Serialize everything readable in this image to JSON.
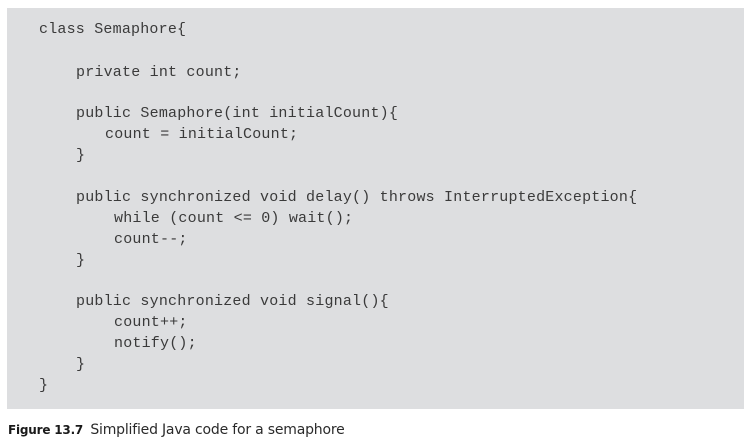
{
  "code": {
    "language": "Java",
    "background": "#dddee0",
    "lines": [
      {
        "text": "class Semaphore{",
        "indent": 0
      },
      {
        "text": "",
        "indent": 0
      },
      {
        "text": "private int count;",
        "indent": 1
      },
      {
        "text": "",
        "indent": 0
      },
      {
        "text": "public Semaphore(int initialCount){",
        "indent": 1
      },
      {
        "text": "count = initialCount;",
        "indent": 2
      },
      {
        "text": "}",
        "indent": 1
      },
      {
        "text": "",
        "indent": 0
      },
      {
        "text": "public synchronized void delay() throws InterruptedException{",
        "indent": 1
      },
      {
        "text": "while (count <= 0) wait();",
        "indent": 3
      },
      {
        "text": "count--;",
        "indent": 3
      },
      {
        "text": "}",
        "indent": 1
      },
      {
        "text": "",
        "indent": 0
      },
      {
        "text": "public synchronized void signal(){",
        "indent": 1
      },
      {
        "text": "count++;",
        "indent": 3
      },
      {
        "text": "notify();",
        "indent": 3
      },
      {
        "text": "}",
        "indent": 1
      },
      {
        "text": "}",
        "indent": 0
      }
    ]
  },
  "caption": {
    "label": "Figure 13.7",
    "text": "Simplified Java code for a semaphore"
  }
}
